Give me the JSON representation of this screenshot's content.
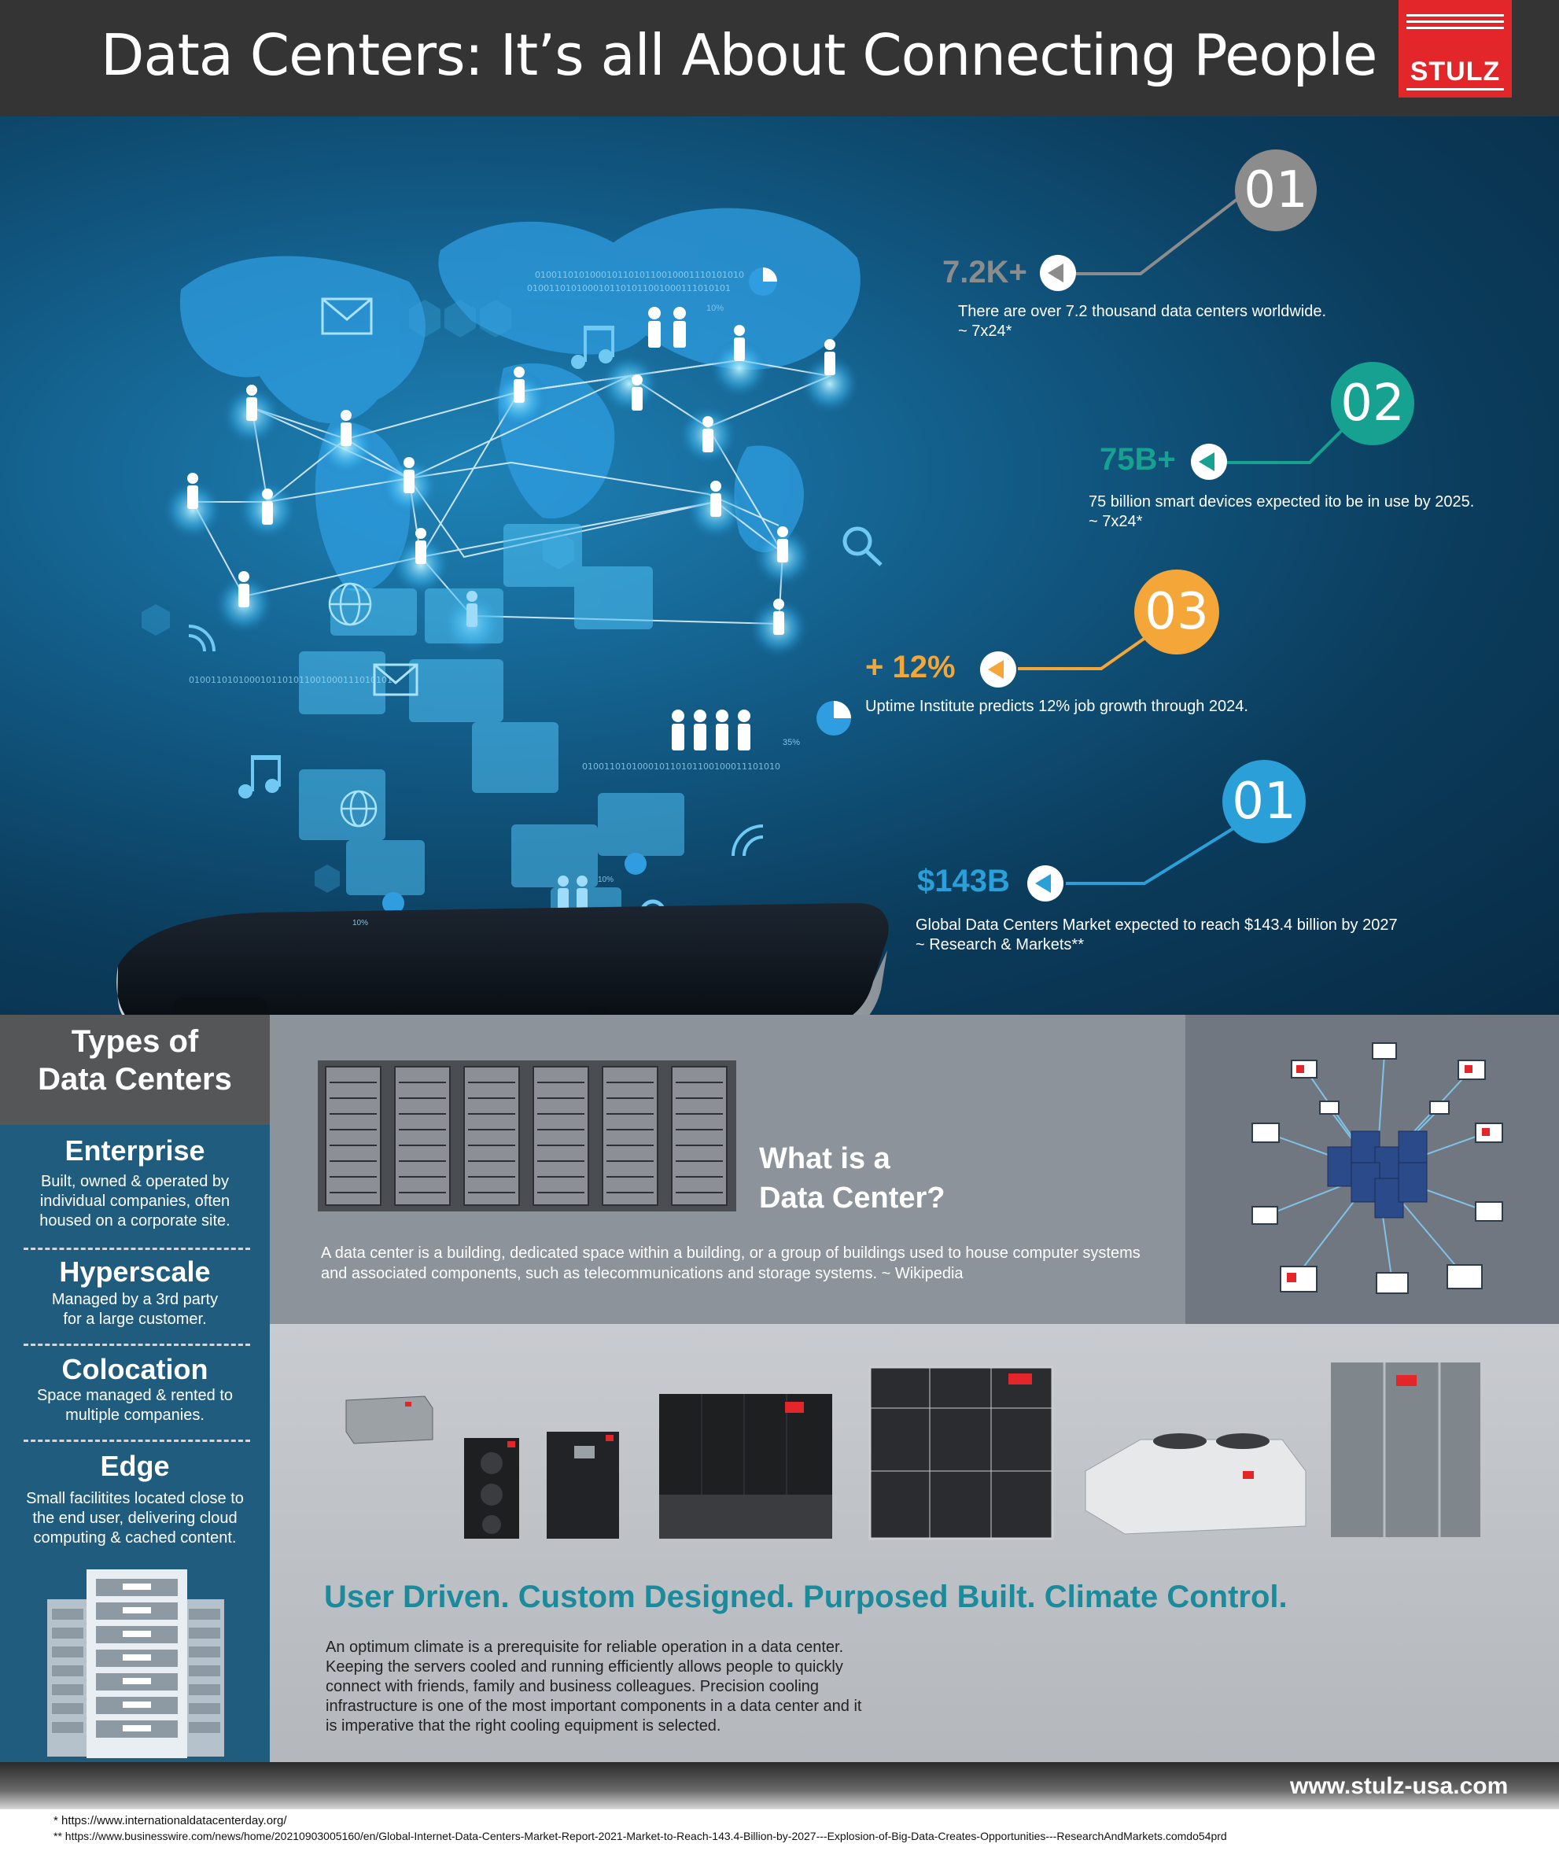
{
  "header": {
    "title": "Data Centers: It’s all About Connecting People",
    "logo": "STULZ"
  },
  "colors": {
    "brand_red": "#e3262a",
    "stat1": "#8c8c8c",
    "stat2": "#17a191",
    "stat3": "#f4a638",
    "stat4": "#2a9fd8",
    "accent_teal": "#1b8a9b"
  },
  "stats": [
    {
      "badge": "01",
      "value": "7.2K+",
      "desc": "There are over 7.2 thousand data centers worldwide.",
      "source": "~ 7x24*"
    },
    {
      "badge": "02",
      "value": "75B+",
      "desc": "75 billion smart devices expected ito be in use by 2025.",
      "source": "~ 7x24*"
    },
    {
      "badge": "03",
      "value": "+ 12%",
      "desc": "Uptime Institute predicts 12% job growth through 2024.",
      "source": ""
    },
    {
      "badge": "01",
      "value": "$143B",
      "desc": "Global Data Centers Market expected to reach $143.4 billion by 2027",
      "source": "~ Research & Markets**"
    }
  ],
  "hero_labels": {
    "pct1": "10%",
    "pct2": "35%",
    "pct3": "10%",
    "pct4": "10%"
  },
  "types": {
    "title_line1": "Types of",
    "title_line2": "Data Centers",
    "items": [
      {
        "name": "Enterprise",
        "desc": "Built, owned & operated by individual companies, often housed on a corporate site."
      },
      {
        "name": "Hyperscale",
        "desc": "Managed by a 3rd party for a large customer."
      },
      {
        "name": "Colocation",
        "desc": "Space managed & rented to multiple companies."
      },
      {
        "name": "Edge",
        "desc": "Small facilitites located close to the end user, delivering cloud computing & cached content."
      }
    ]
  },
  "what": {
    "title_line1": "What is a",
    "title_line2": "Data Center?",
    "desc": "A data center is a building, dedicated space within a building, or a group of buildings used to house computer systems and associated components, such as telecommunications and storage systems. ~ Wikipedia"
  },
  "climate": {
    "title": "User Driven. Custom Designed. Purposed Built. Climate Control.",
    "desc": "An optimum climate is a prerequisite for reliable operation in a data center. Keeping the servers cooled and running efficiently allows people to quickly connect with friends, family and business colleagues. Precision cooling infrastructure is one of the most important components in a data center and it is imperative that the right cooling equipment is selected."
  },
  "footer": {
    "url": "www.stulz-usa.com",
    "note1": "* https://www.internationaldatacenterday.org/",
    "note2": "** https://www.businesswire.com/news/home/20210903005160/en/Global-Internet-Data-Centers-Market-Report-2021-Market-to-Reach-143.4-Billion-by-2027---Explosion-of-Big-Data-Creates-Opportunities---ResearchAndMarkets.comdo54prd"
  }
}
